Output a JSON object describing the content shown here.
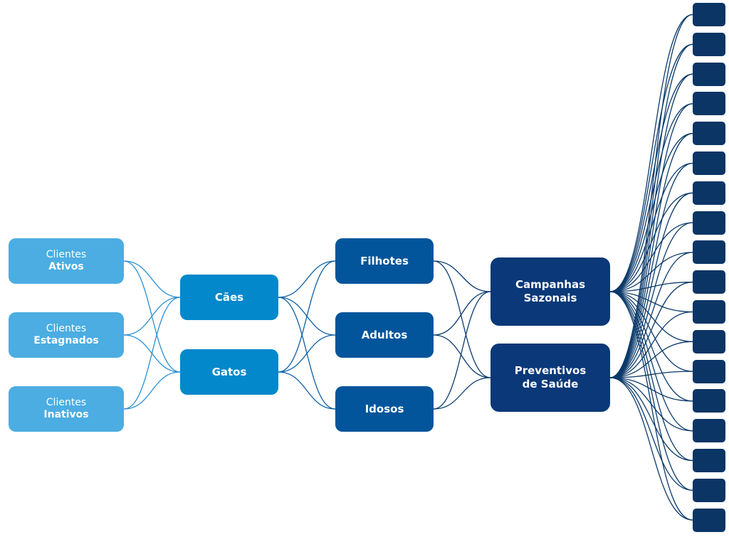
{
  "colors": {
    "level0": "#4BADE2",
    "level1": "#0388CB",
    "level2": "#03559B",
    "level3": "#0A3878",
    "leaf": "#0B3565",
    "link0": "#2A8FD0",
    "link1": "#0B5FA5",
    "link2": "#0A3A70",
    "link3": "#0B3A6A"
  },
  "level0": [
    {
      "top": "Clientes",
      "bottom": "Ativos"
    },
    {
      "top": "Clientes",
      "bottom": "Estagnados"
    },
    {
      "top": "Clientes",
      "bottom": "Inativos"
    }
  ],
  "level1": [
    {
      "label": "Cães"
    },
    {
      "label": "Gatos"
    }
  ],
  "level2": [
    {
      "label": "Filhotes"
    },
    {
      "label": "Adultos"
    },
    {
      "label": "Idosos"
    }
  ],
  "level3": [
    {
      "line1": "Campanhas",
      "line2": "Sazonais"
    },
    {
      "line1": "Preventivos",
      "line2": "de Saúde"
    }
  ],
  "leaf_count": 18
}
